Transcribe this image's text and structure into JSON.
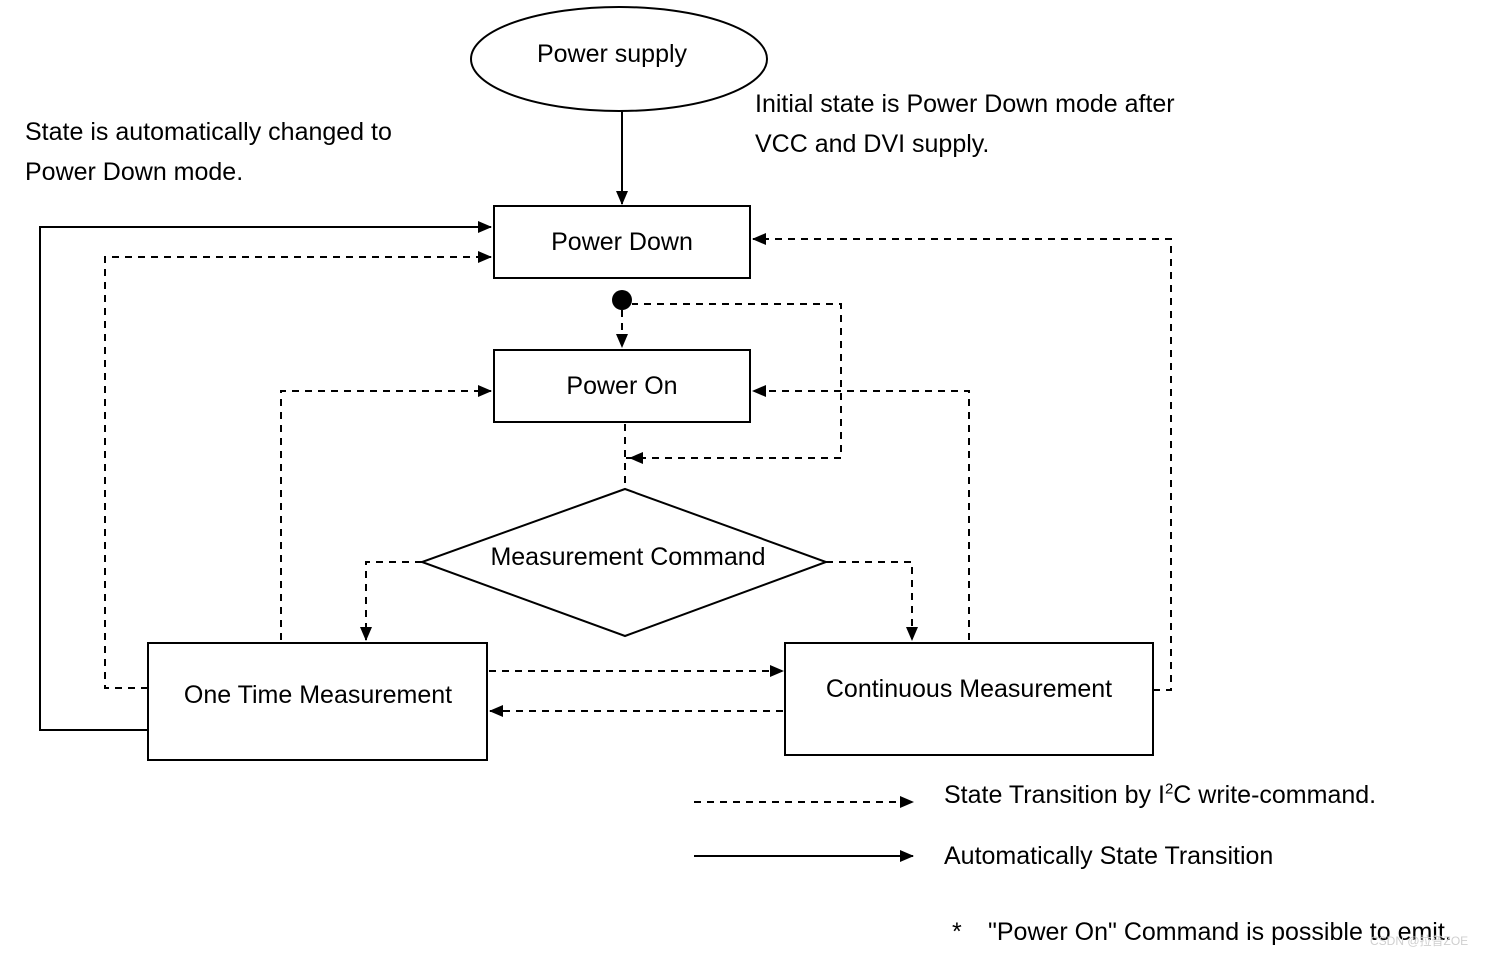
{
  "nodes": {
    "power_supply": "Power supply",
    "power_down": "Power Down",
    "power_on": "Power On",
    "measurement_command": "Measurement Command",
    "one_time": "One Time Measurement",
    "continuous": "Continuous Measurement"
  },
  "annotations": {
    "auto_change_line1": "State is automatically changed to",
    "auto_change_line2": "Power Down mode.",
    "initial_state_line1": "Initial state is Power Down mode after",
    "initial_state_line2": "VCC and DVI supply."
  },
  "legend": {
    "dashed_prefix": "State Transition by I",
    "dashed_sup": "2",
    "dashed_suffix": "C write-command.",
    "solid": "Automatically State Transition"
  },
  "footnote": {
    "marker": "*",
    "text": "\"Power On\" Command is possible to emit."
  },
  "watermark": "CSDN @拉普ZOE"
}
